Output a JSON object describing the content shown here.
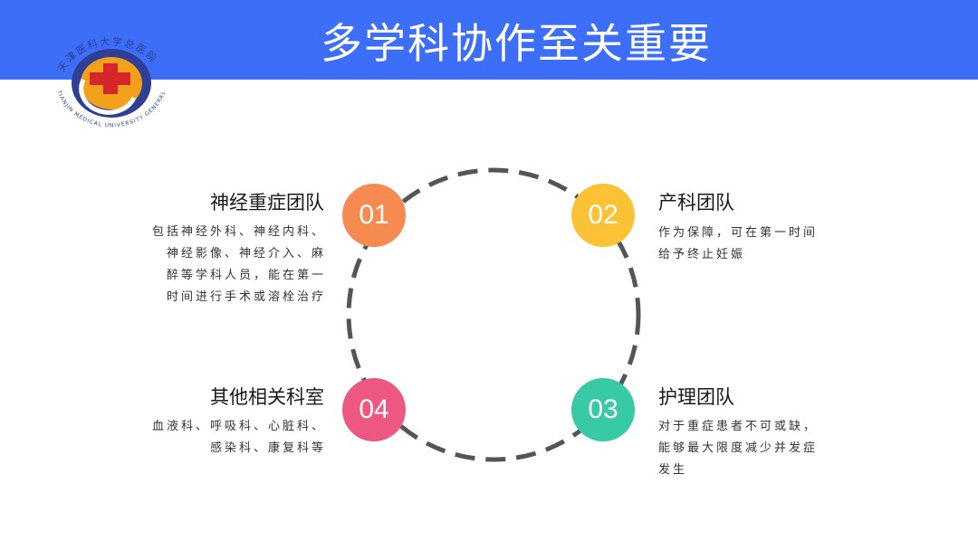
{
  "title": "多学科协作至关重要",
  "logo": {
    "icon": "hospital-logo-icon",
    "text_top": "天津医科大学总医院",
    "text_bottom": "TIANJIN MEDICAL UNIVERSITY GENERAL HOSPITAL",
    "colors": {
      "ring": "#2f3f95",
      "fill": "#f3a11b",
      "mark": "#d5262c"
    }
  },
  "colors": {
    "title_bar": "#3d6ef7",
    "badge_1": "#f68b52",
    "badge_2": "#fcc235",
    "badge_3": "#38c9a6",
    "badge_4": "#ed5880",
    "ring": "#555555"
  },
  "items": [
    {
      "number": "01",
      "heading": "神经重症团队",
      "lines": [
        "包括神经外科、神经内科、",
        "神经影像、神经介入、麻",
        "醉等学科人员，能在第一",
        "时间进行手术或溶栓治疗"
      ]
    },
    {
      "number": "02",
      "heading": "产科团队",
      "lines": [
        "作为保障，可在第一时间",
        "给予终止妊娠"
      ]
    },
    {
      "number": "03",
      "heading": "护理团队",
      "lines": [
        "对于重症患者不可或缺，",
        "能够最大限度减少并发症",
        "发生"
      ]
    },
    {
      "number": "04",
      "heading": "其他相关科室",
      "lines": [
        "血液科、呼吸科、心脏科、",
        "感染科、康复科等"
      ]
    }
  ]
}
